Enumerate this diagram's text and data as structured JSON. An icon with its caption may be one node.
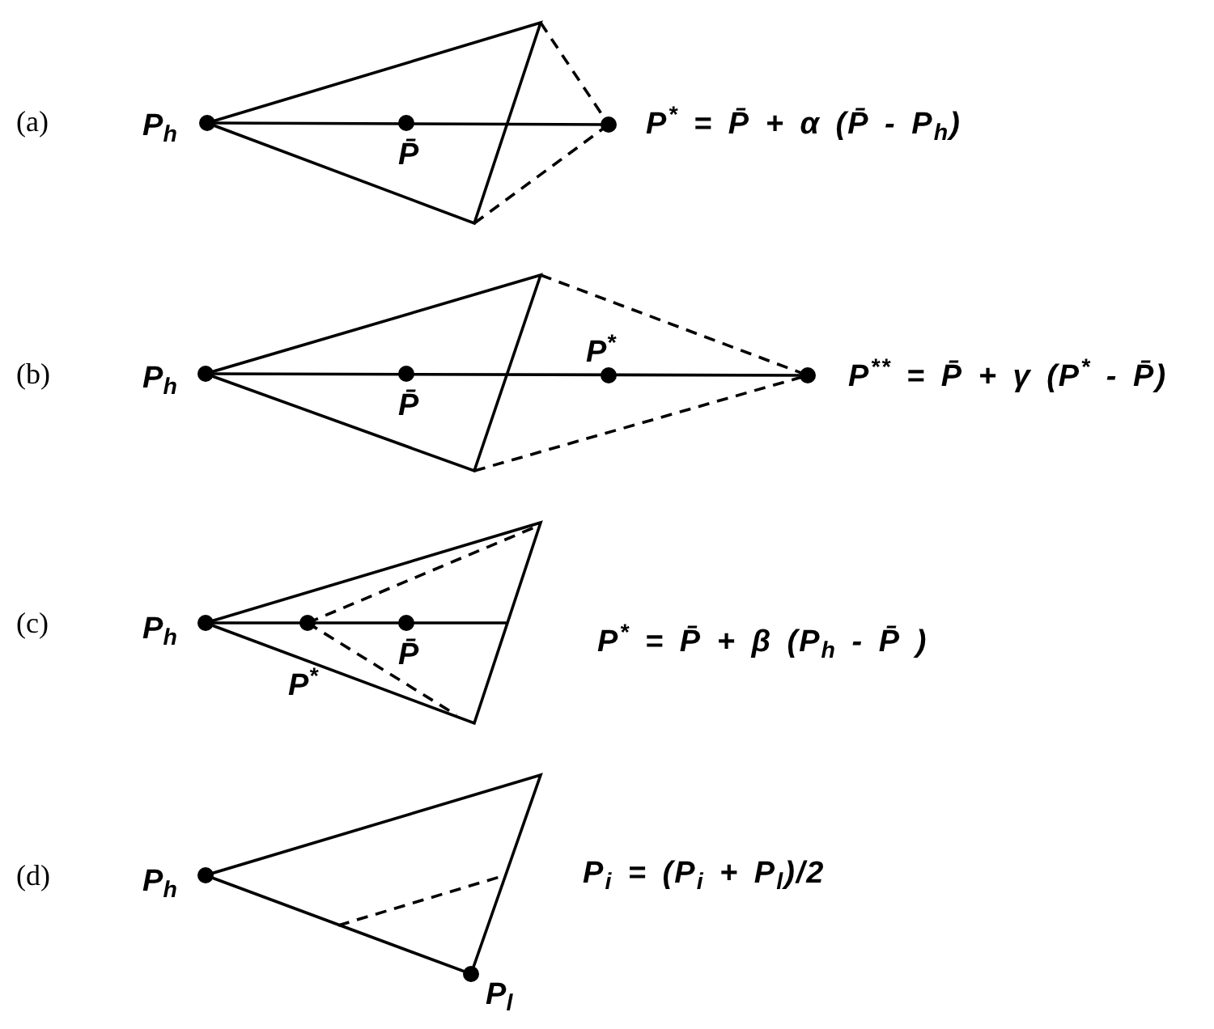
{
  "diagram": {
    "labels": [
      "(a)",
      "P$_{h}$",
      "P̄",
      "P$^{*}$ = P̄ + α (P̄ - P$_{h}$)",
      "(b)",
      "P$_{h}$",
      "P̄",
      "P$^{*}$",
      "P$^{**}$ = P̄ + γ (P$^{*}$ - P̄)",
      "(c)",
      "P$_{h}$",
      "P$^{*}$",
      "P̄",
      "P$^{*}$ = P̄ + β (P$_{h}$ - P̄ )",
      "(d)",
      "P$_{h}$",
      "P$_{l}$",
      "P$_{i}$ = (P$_{i}$ + P$_{l}$)/2"
    ]
  }
}
